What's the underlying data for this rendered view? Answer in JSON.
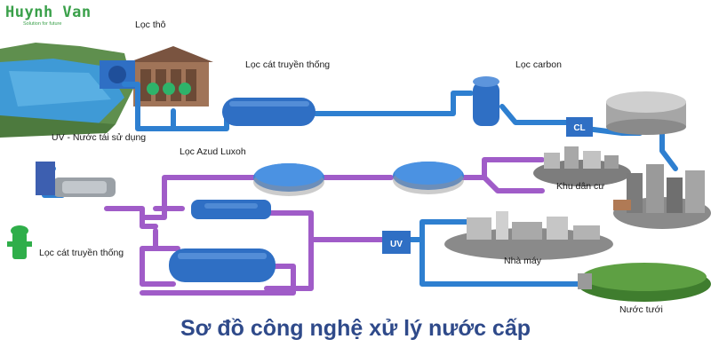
{
  "logo": {
    "name": "Huynh Van",
    "tagline": "Solution for future"
  },
  "title": "Sơ đồ công nghệ xử lý nước cấp",
  "labels": {
    "coarse_filter": "Lọc thô",
    "sand_filter_top": "Lọc cát truyền thống",
    "carbon_filter": "Lọc carbon",
    "uv_reuse": "UV - Nước tái sử dụng",
    "azud_filter": "Lọc Azud Luxoh",
    "residential": "Khu dân cư",
    "sand_filter_bottom": "Lọc cát truyền thống",
    "factory": "Nhà máy",
    "irrigation": "Nước tưới"
  },
  "tags": {
    "cl": "CL",
    "uv": "UV"
  },
  "colors": {
    "pipe_blue": "#2e7fd0",
    "pipe_purple": "#a05cc8",
    "tank_blue": "#2f6fc4",
    "title": "#2f4a8a",
    "logo": "#3aa04a"
  }
}
